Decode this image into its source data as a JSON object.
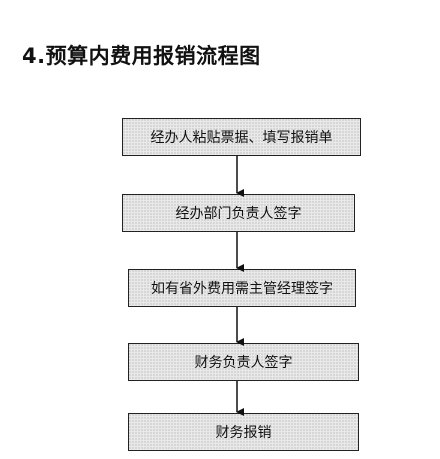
{
  "title": "4.预算内费用报销流程图",
  "steps": [
    "经办人粘贴票据、填写报销单",
    "经办部门负责人签字",
    "如有省外费用需主管经理签字",
    "财务负责人签字",
    "财务报销"
  ],
  "colors": {
    "box_fill": "#e9e9e9",
    "border": "#222222",
    "text": "#111111"
  }
}
